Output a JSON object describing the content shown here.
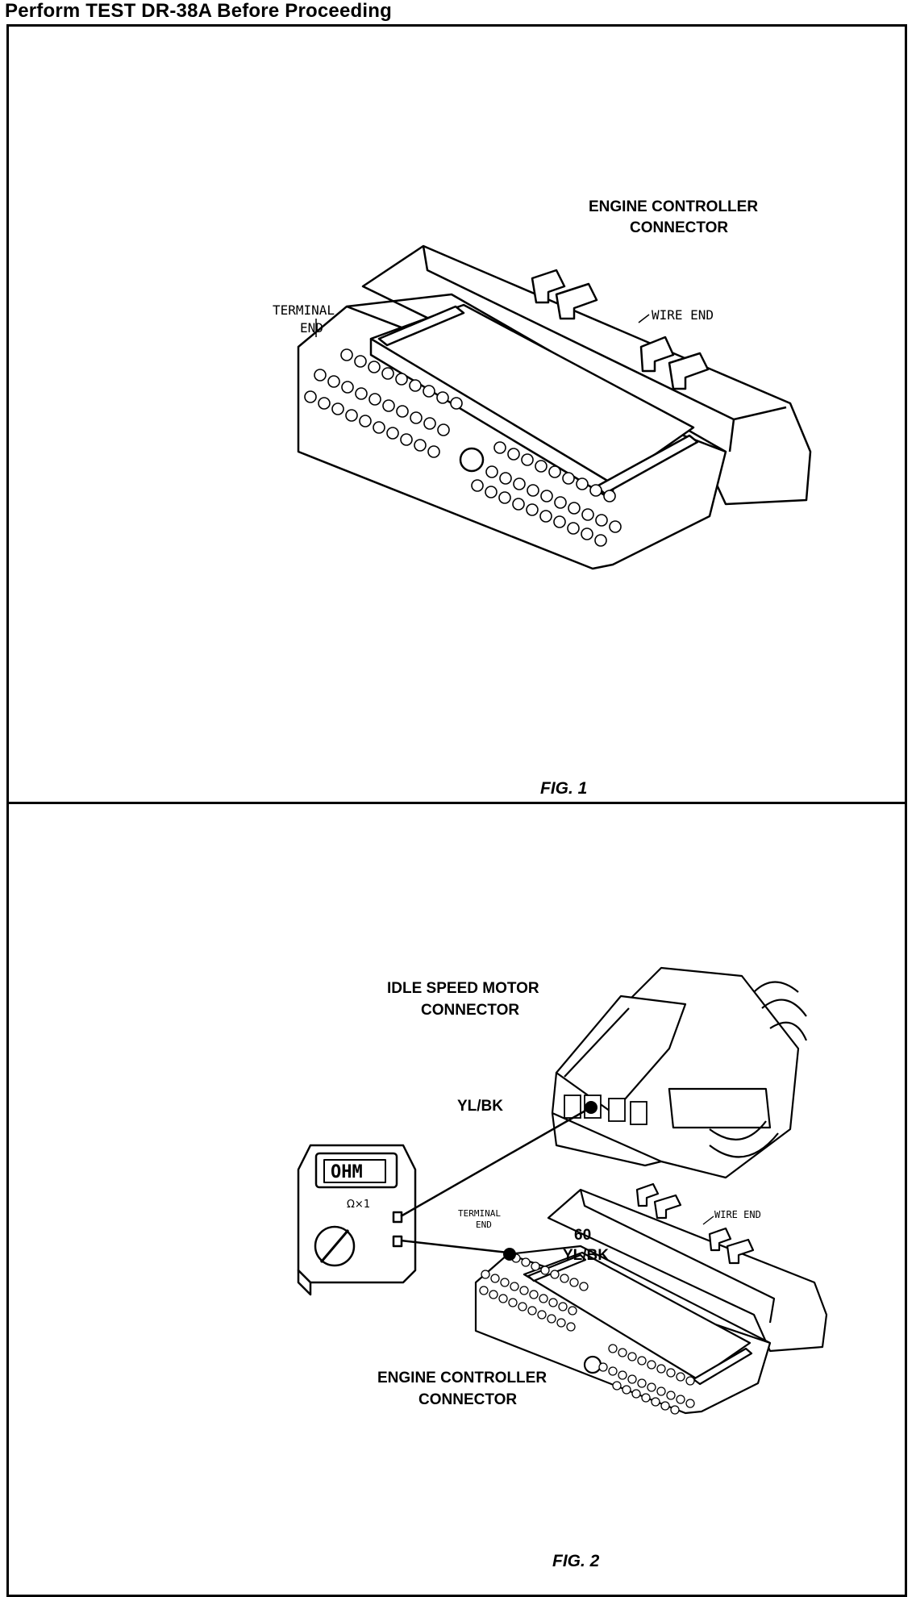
{
  "header": {
    "title": "Perform TEST DR-38A Before Proceeding"
  },
  "figure1": {
    "caption": "FIG. 1",
    "connector_label_line1": "ENGINE CONTROLLER",
    "connector_label_line2": "CONNECTOR",
    "terminal_end_line1": "TERMINAL",
    "terminal_end_line2": "END",
    "wire_end": "WIRE END"
  },
  "figure2": {
    "caption": "FIG. 2",
    "isc_label_line1": "IDLE SPEED MOTOR",
    "isc_label_line2": "CONNECTOR",
    "isc_wire": "YL/BK",
    "meter_display": "OHM",
    "meter_range": "Ω×1",
    "terminal_end_line1": "TERMINAL",
    "terminal_end_line2": "END",
    "wire_end": "WIRE END",
    "pin_number": "60",
    "pin_wire": "YL/BK",
    "connector_label_line1": "ENGINE CONTROLLER",
    "connector_label_line2": "CONNECTOR"
  }
}
